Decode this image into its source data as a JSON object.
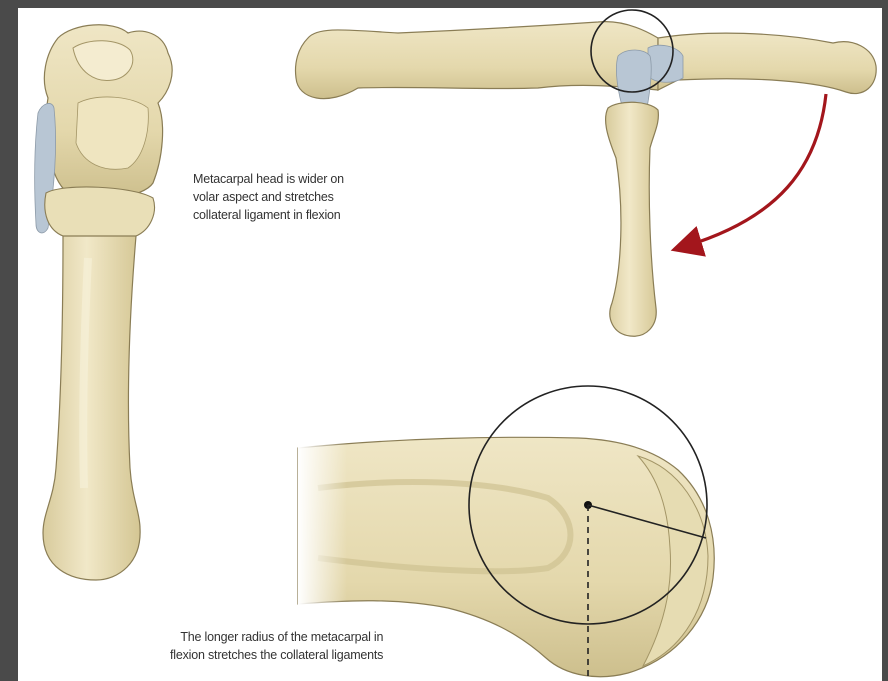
{
  "annotations": {
    "top_caption_lines": [
      "Metacarpal head is wider on",
      "volar aspect and stretches",
      "collateral ligament in flexion"
    ],
    "bottom_caption_lines": [
      "The longer radius of the metacarpal in",
      "flexion stretches the collateral ligaments"
    ]
  },
  "colors": {
    "bone_fill": "#ece2bd",
    "bone_shadow": "#c9bc8c",
    "bone_outline": "#8a7d55",
    "ligament": "#b8c6d4",
    "arrow": "#a3161c",
    "circle_line": "#222222",
    "frame_border": "#4a4a4a"
  }
}
